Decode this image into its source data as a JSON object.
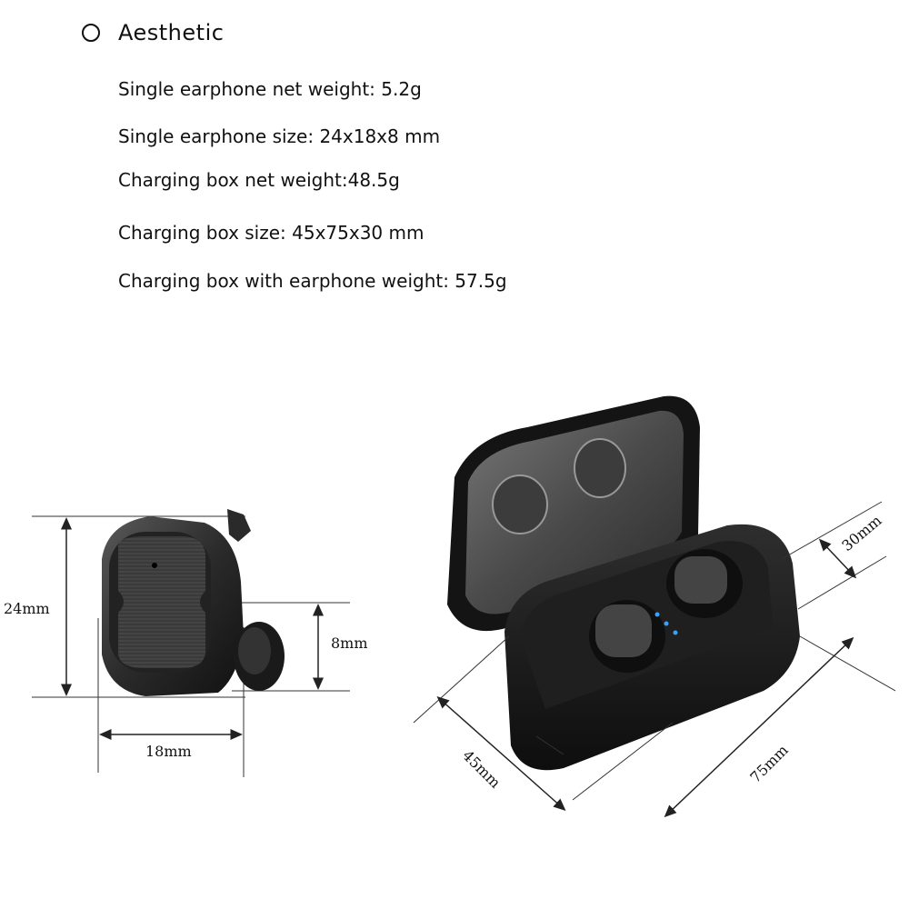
{
  "section": {
    "title": "Aesthetic"
  },
  "specs": [
    "Single earphone net weight: 5.2g",
    "Single earphone size: 24x18x8 mm",
    "Charging box net weight:48.5g",
    "Charging box size: 45x75x30 mm",
    "Charging box with earphone weight: 57.5g"
  ],
  "dimensions": {
    "earphone_height": "24mm",
    "earphone_width": "18mm",
    "earphone_depth": "8mm",
    "box_width": "45mm",
    "box_length": "75mm",
    "box_height": "30mm"
  }
}
